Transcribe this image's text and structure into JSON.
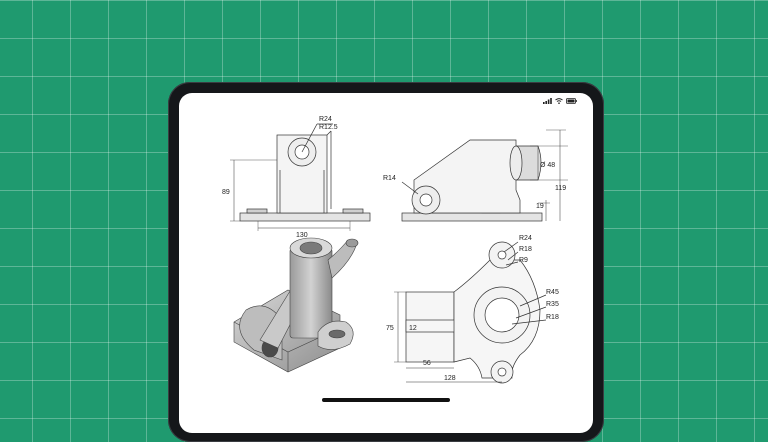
{
  "drawing": {
    "front_view": {
      "radius_outer": "R24",
      "radius_inner": "R12.5",
      "height": "89",
      "width": "130"
    },
    "side_view": {
      "radius": "R14",
      "diameter": "Ø 48",
      "height": "119",
      "base": "19"
    },
    "top_view": {
      "r24": "R24",
      "r18_top": "R18",
      "r9": "R9",
      "r45": "R45",
      "r35": "R35",
      "r18_mid": "R18",
      "dim_75": "75",
      "dim_12": "12",
      "dim_56": "56",
      "dim_128": "128"
    }
  },
  "status_icons": [
    "signal-icon",
    "wifi-icon",
    "battery-icon"
  ]
}
